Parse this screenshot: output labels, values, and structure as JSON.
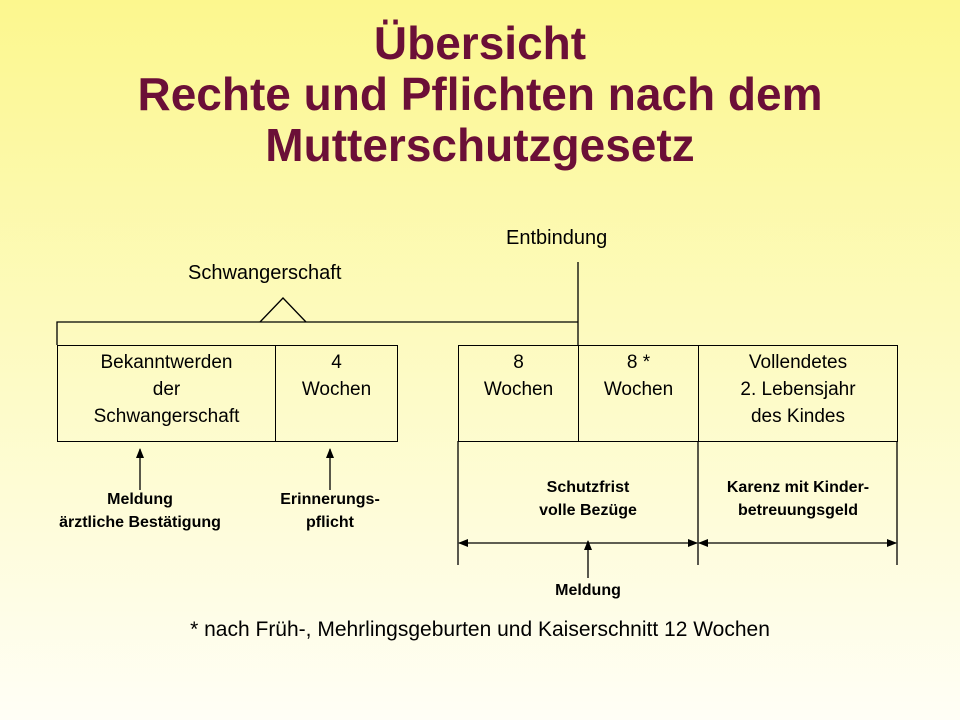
{
  "title": {
    "line1": "Übersicht",
    "line2": "Rechte und Pflichten nach dem",
    "line3": "Mutterschutzgesetz"
  },
  "labels": {
    "entbindung": "Entbindung",
    "schwangerschaft": "Schwangerschaft"
  },
  "boxes": [
    {
      "id": "bekanntwerden",
      "text": "Bekanntwerden\nder\nSchwangerschaft"
    },
    {
      "id": "vier-wochen",
      "text": "4\nWochen"
    },
    {
      "id": "acht-wochen",
      "text": "8\nWochen"
    },
    {
      "id": "acht-stern-wochen",
      "text": "8 *\nWochen"
    },
    {
      "id": "vollendetes",
      "text": "Vollendetes\n2. Lebensjahr\ndes Kindes"
    }
  ],
  "bottom_labels": {
    "meldung_bestaetigung": "Meldung\närztliche Bestätigung",
    "erinnerungspflicht": "Erinnerungs-\npflicht",
    "schutzfrist": "Schutzfrist\nvolle Bezüge",
    "karenz": "Karenz mit Kinder-\nbetreuungsgeld",
    "meldung": "Meldung"
  },
  "footnote": "* nach Früh-, Mehrlingsgeburten und Kaiserschnitt 12 Wochen",
  "colors": {
    "title": "#6b0f37",
    "lines": "#000000"
  }
}
